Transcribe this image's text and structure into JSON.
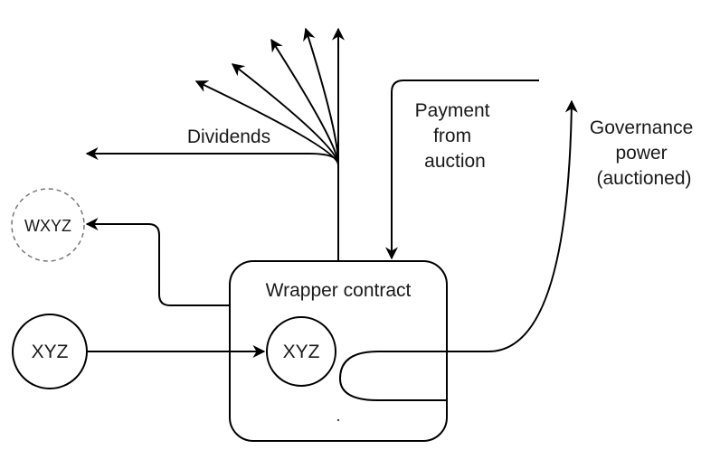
{
  "nodes": {
    "wrapper": {
      "label": "Wrapper contract"
    },
    "xyz_outer": {
      "label": "XYZ"
    },
    "xyz_inner": {
      "label": "XYZ"
    },
    "wxyz": {
      "label": "WXYZ"
    }
  },
  "labels": {
    "dividends": "Dividends",
    "payment": [
      "Payment",
      "from",
      "auction"
    ],
    "governance": [
      "Governance",
      "power",
      "(auctioned)"
    ]
  }
}
